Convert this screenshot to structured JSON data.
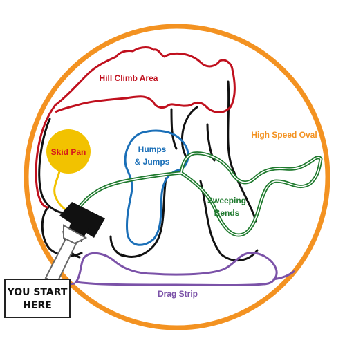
{
  "map": {
    "areas": {
      "hill_climb": {
        "label": "Hill Climb Area",
        "color": "#c0101e"
      },
      "skid_pan": {
        "label": "Skid Pan",
        "color": "#f2c200",
        "text_color": "#d61a1a"
      },
      "humps": {
        "line1": "Humps",
        "line2": "& Jumps",
        "color": "#1a6fb8"
      },
      "high_speed_oval": {
        "label": "High Speed Oval",
        "color": "#f39221"
      },
      "sweeping_bends": {
        "line1": "Sweeping",
        "line2": "Bends",
        "color": "#1f7a2e"
      },
      "drag_strip": {
        "label": "Drag Strip",
        "color": "#7b52a8"
      }
    },
    "start": {
      "line1": "YOU START",
      "line2": "HERE"
    },
    "connector_color": "#111111"
  }
}
